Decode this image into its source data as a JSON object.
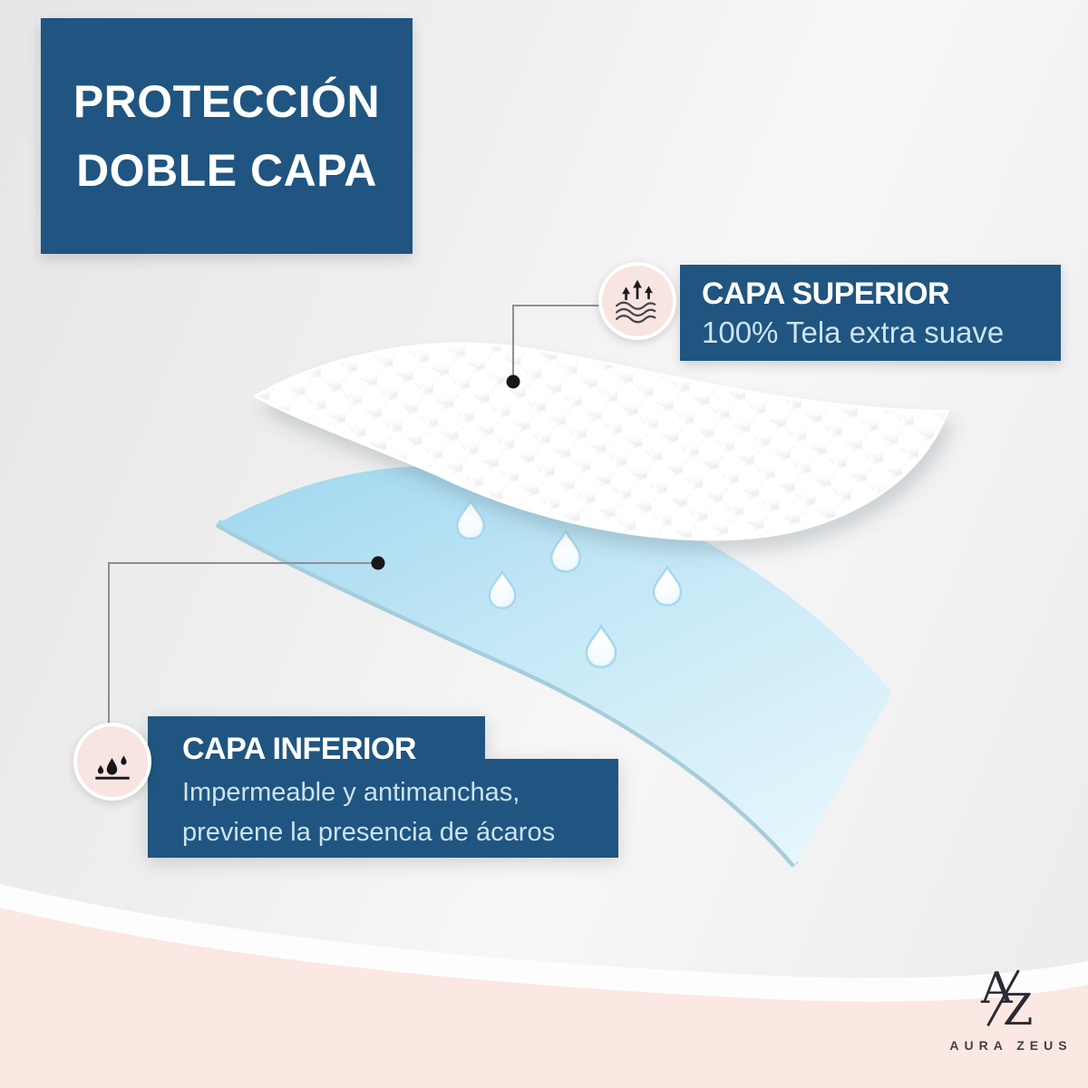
{
  "header": {
    "title_line1": "PROTECCIÓN",
    "title_line2": "DOBLE CAPA"
  },
  "callout_superior": {
    "title": "CAPA SUPERIOR",
    "subtitle": "100% Tela extra suave",
    "icon": "breathability-arrows-waves-icon"
  },
  "callout_inferior": {
    "title": "CAPA INFERIOR",
    "subtitle_line1": "Impermeable y antimanchas,",
    "subtitle_line2": "previene la presencia de ácaros",
    "icon": "waterproof-drops-icon"
  },
  "illustration": {
    "droplet_count": 5
  },
  "brand": {
    "monogram_left": "A",
    "monogram_right": "Z",
    "name": "AURA ZEUS"
  },
  "colors": {
    "primary_blue": "#1F5580",
    "subtitle_text": "#CDE3F0",
    "icon_circle_pink": "#F8E4E1",
    "bottom_band_pink": "#FBE8E3",
    "sheet_blue": "#AEDFF3",
    "background_gray": "#EFEFEF",
    "logo_ink": "#2B2B33"
  }
}
